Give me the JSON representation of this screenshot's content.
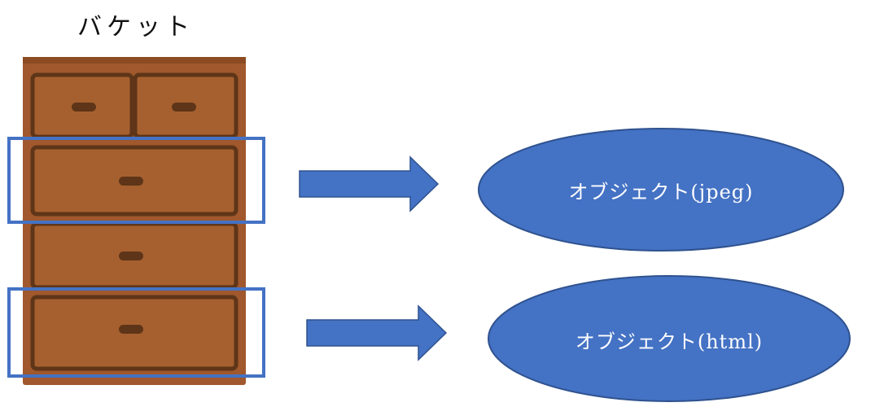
{
  "bucket": {
    "label": "バケット",
    "icon": "chest-of-drawers-icon",
    "wood_color": "#a0582c",
    "dark_wood_color": "#5e3518"
  },
  "objects": [
    {
      "label": "オブジェクト(jpeg)"
    },
    {
      "label": "オブジェクト(html)"
    }
  ],
  "colors": {
    "accent": "#4472c4",
    "ellipse_stroke": "#2f528f",
    "text_on_accent": "#ffffff"
  }
}
